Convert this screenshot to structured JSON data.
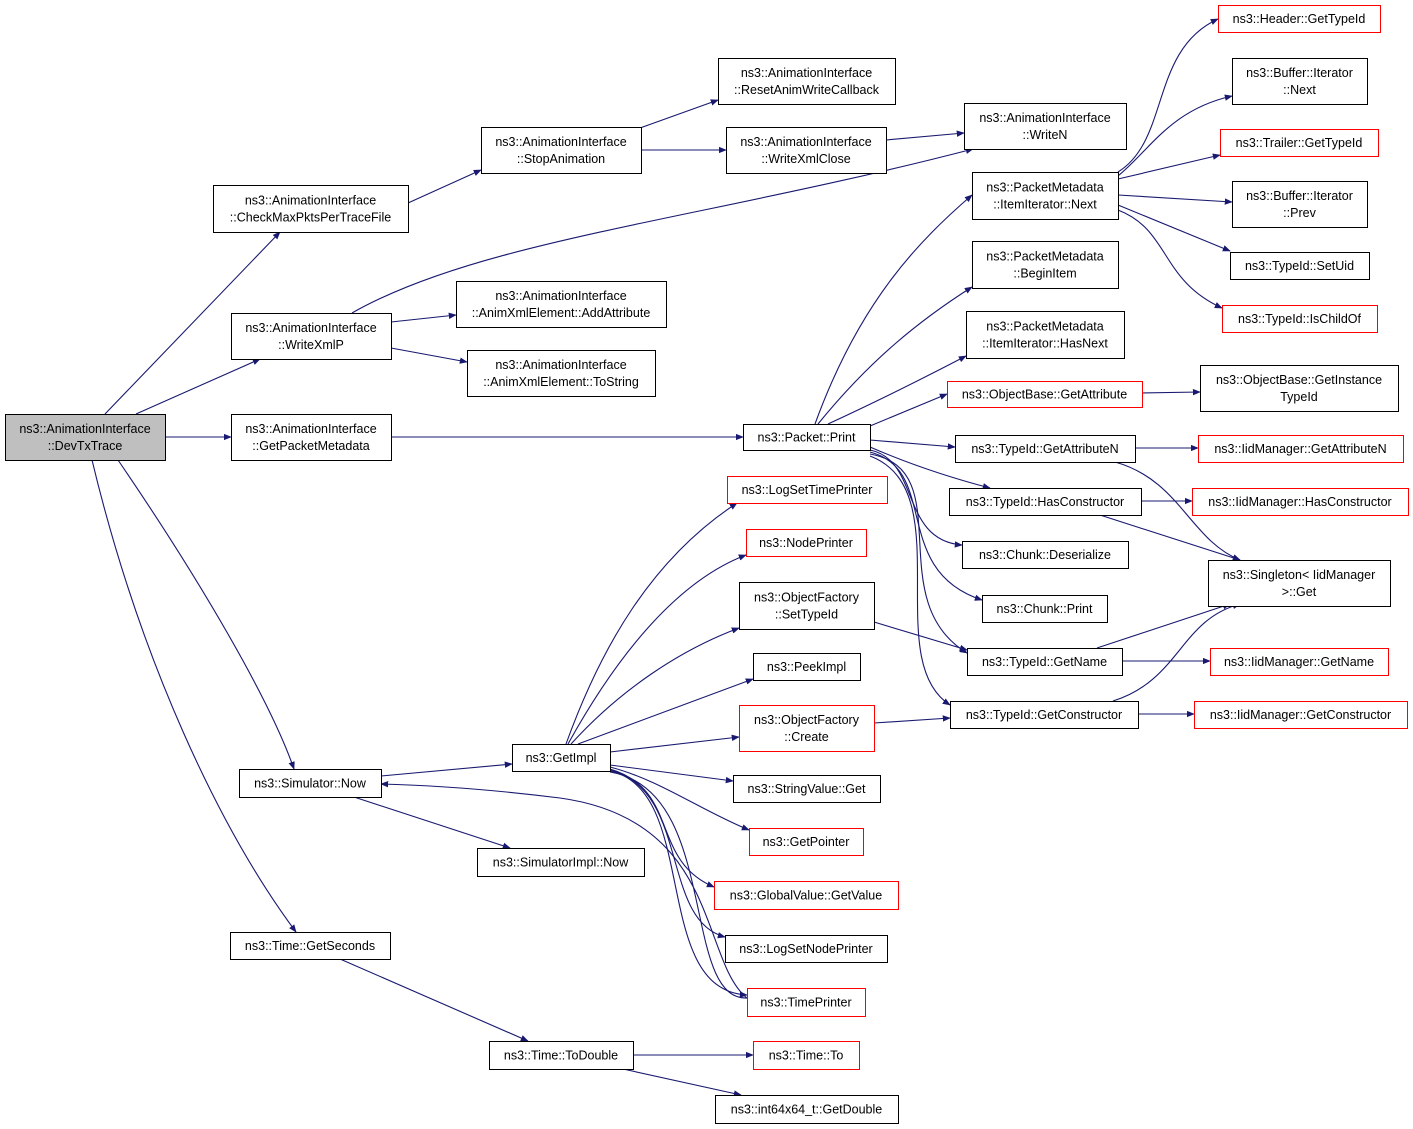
{
  "colors": {
    "edge": "#191970",
    "normal_border": "#000000",
    "truncated_border": "#ff0000",
    "root_fill": "#bfbfbf"
  },
  "nodes": {
    "n_devtx": {
      "lines": [
        "ns3::AnimationInterface",
        "::DevTxTrace"
      ],
      "kind": "root"
    },
    "n_checkmax": {
      "lines": [
        "ns3::AnimationInterface",
        "::CheckMaxPktsPerTraceFile"
      ]
    },
    "n_stopanim": {
      "lines": [
        "ns3::AnimationInterface",
        "::StopAnimation"
      ]
    },
    "n_resetanim": {
      "lines": [
        "ns3::AnimationInterface",
        "::ResetAnimWriteCallback"
      ]
    },
    "n_writexmlclose": {
      "lines": [
        "ns3::AnimationInterface",
        "::WriteXmlClose"
      ]
    },
    "n_writen": {
      "lines": [
        "ns3::AnimationInterface",
        "::WriteN"
      ]
    },
    "n_writexmlp": {
      "lines": [
        "ns3::AnimationInterface",
        "::WriteXmlP"
      ]
    },
    "n_addattr": {
      "lines": [
        "ns3::AnimationInterface",
        "::AnimXmlElement::AddAttribute"
      ]
    },
    "n_tostring": {
      "lines": [
        "ns3::AnimationInterface",
        "::AnimXmlElement::ToString"
      ]
    },
    "n_getpktmeta": {
      "lines": [
        "ns3::AnimationInterface",
        "::GetPacketMetadata"
      ]
    },
    "n_pktprint": {
      "lines": [
        "ns3::Packet::Print"
      ]
    },
    "n_itnext": {
      "lines": [
        "ns3::PacketMetadata",
        "::ItemIterator::Next"
      ]
    },
    "n_beginitem": {
      "lines": [
        "ns3::PacketMetadata",
        "::BeginItem"
      ]
    },
    "n_hasnext": {
      "lines": [
        "ns3::PacketMetadata",
        "::ItemIterator::HasNext"
      ]
    },
    "n_objgetattr": {
      "lines": [
        "ns3::ObjectBase::GetAttribute"
      ],
      "kind": "truncated"
    },
    "n_getinsttid": {
      "lines": [
        "ns3::ObjectBase::GetInstance",
        "TypeId"
      ]
    },
    "n_hdrtypeid": {
      "lines": [
        "ns3::Header::GetTypeId"
      ],
      "kind": "truncated"
    },
    "n_bufnext": {
      "lines": [
        "ns3::Buffer::Iterator",
        "::Next"
      ]
    },
    "n_trailertid": {
      "lines": [
        "ns3::Trailer::GetTypeId"
      ],
      "kind": "truncated"
    },
    "n_bufprev": {
      "lines": [
        "ns3::Buffer::Iterator",
        "::Prev"
      ]
    },
    "n_setuid": {
      "lines": [
        "ns3::TypeId::SetUid"
      ]
    },
    "n_ischildof": {
      "lines": [
        "ns3::TypeId::IsChildOf"
      ],
      "kind": "truncated"
    },
    "n_getattrn": {
      "lines": [
        "ns3::TypeId::GetAttributeN"
      ]
    },
    "n_iid_getattrn": {
      "lines": [
        "ns3::IidManager::GetAttributeN"
      ],
      "kind": "truncated"
    },
    "n_hasctor": {
      "lines": [
        "ns3::TypeId::HasConstructor"
      ]
    },
    "n_iid_hasctor": {
      "lines": [
        "ns3::IidManager::HasConstructor"
      ],
      "kind": "truncated"
    },
    "n_chunkdeser": {
      "lines": [
        "ns3::Chunk::Deserialize"
      ]
    },
    "n_singleton": {
      "lines": [
        "ns3::Singleton< IidManager",
        ">::Get"
      ]
    },
    "n_chunkprint": {
      "lines": [
        "ns3::Chunk::Print"
      ]
    },
    "n_getname": {
      "lines": [
        "ns3::TypeId::GetName"
      ]
    },
    "n_iid_getname": {
      "lines": [
        "ns3::IidManager::GetName"
      ],
      "kind": "truncated"
    },
    "n_getctor": {
      "lines": [
        "ns3::TypeId::GetConstructor"
      ]
    },
    "n_iid_getctor": {
      "lines": [
        "ns3::IidManager::GetConstructor"
      ],
      "kind": "truncated"
    },
    "n_logsettime": {
      "lines": [
        "ns3::LogSetTimePrinter"
      ],
      "kind": "truncated"
    },
    "n_nodeprinter": {
      "lines": [
        "ns3::NodePrinter"
      ],
      "kind": "truncated"
    },
    "n_objfacsettid": {
      "lines": [
        "ns3::ObjectFactory",
        "::SetTypeId"
      ]
    },
    "n_peekimpl": {
      "lines": [
        "ns3::PeekImpl"
      ]
    },
    "n_objfaccreate": {
      "lines": [
        "ns3::ObjectFactory",
        "::Create"
      ],
      "kind": "truncated"
    },
    "n_getimpl": {
      "lines": [
        "ns3::GetImpl"
      ]
    },
    "n_simnow": {
      "lines": [
        "ns3::Simulator::Now"
      ]
    },
    "n_strvalget": {
      "lines": [
        "ns3::StringValue::Get"
      ]
    },
    "n_getpointer": {
      "lines": [
        "ns3::GetPointer"
      ],
      "kind": "truncated"
    },
    "n_simimplnow": {
      "lines": [
        "ns3::SimulatorImpl::Now"
      ]
    },
    "n_globalvalget": {
      "lines": [
        "ns3::GlobalValue::GetValue"
      ],
      "kind": "truncated"
    },
    "n_logsetnode": {
      "lines": [
        "ns3::LogSetNodePrinter"
      ]
    },
    "n_getseconds": {
      "lines": [
        "ns3::Time::GetSeconds"
      ]
    },
    "n_timeprinter": {
      "lines": [
        "ns3::TimePrinter"
      ],
      "kind": "truncated"
    },
    "n_todouble": {
      "lines": [
        "ns3::Time::ToDouble"
      ]
    },
    "n_timeto": {
      "lines": [
        "ns3::Time::To"
      ],
      "kind": "truncated"
    },
    "n_getdouble": {
      "lines": [
        "ns3::int64x64_t::GetDouble"
      ]
    }
  }
}
